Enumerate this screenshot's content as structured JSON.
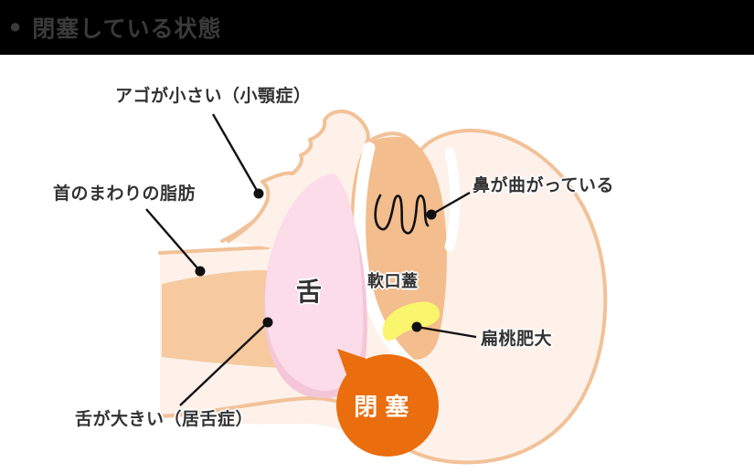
{
  "title_bar": {
    "bullet": "●",
    "title": "閉塞している状態"
  },
  "diagram": {
    "labels": {
      "small_jaw": "アゴが小さい（小顎症）",
      "neck_fat": "首のまわりの脂肪",
      "crooked_nose": "鼻が曲がっている",
      "soft_palate": "軟口蓋",
      "tongue": "舌",
      "tonsil": "扁桃肥大",
      "large_tongue": "舌が大きい（居舌症）",
      "obstruction": "閉塞"
    },
    "colors": {
      "title_bar_bg": "#000000",
      "title_text": "#3a3a3a",
      "label_text": "#333333",
      "leader_line": "#111111",
      "skin_light": "#FDF1E9",
      "skin_outline": "#F2C197",
      "neck_fat_fill": "#F6C99E",
      "nasal_passage_fill": "#F3BD8D",
      "tongue_fill": "#FBDCE8",
      "tongue_shadow_fill": "#F4C6D8",
      "tonsil_fill": "#F9F56D",
      "balloon_fill": "#EA6D0E",
      "balloon_text": "#FFFFFF"
    }
  }
}
